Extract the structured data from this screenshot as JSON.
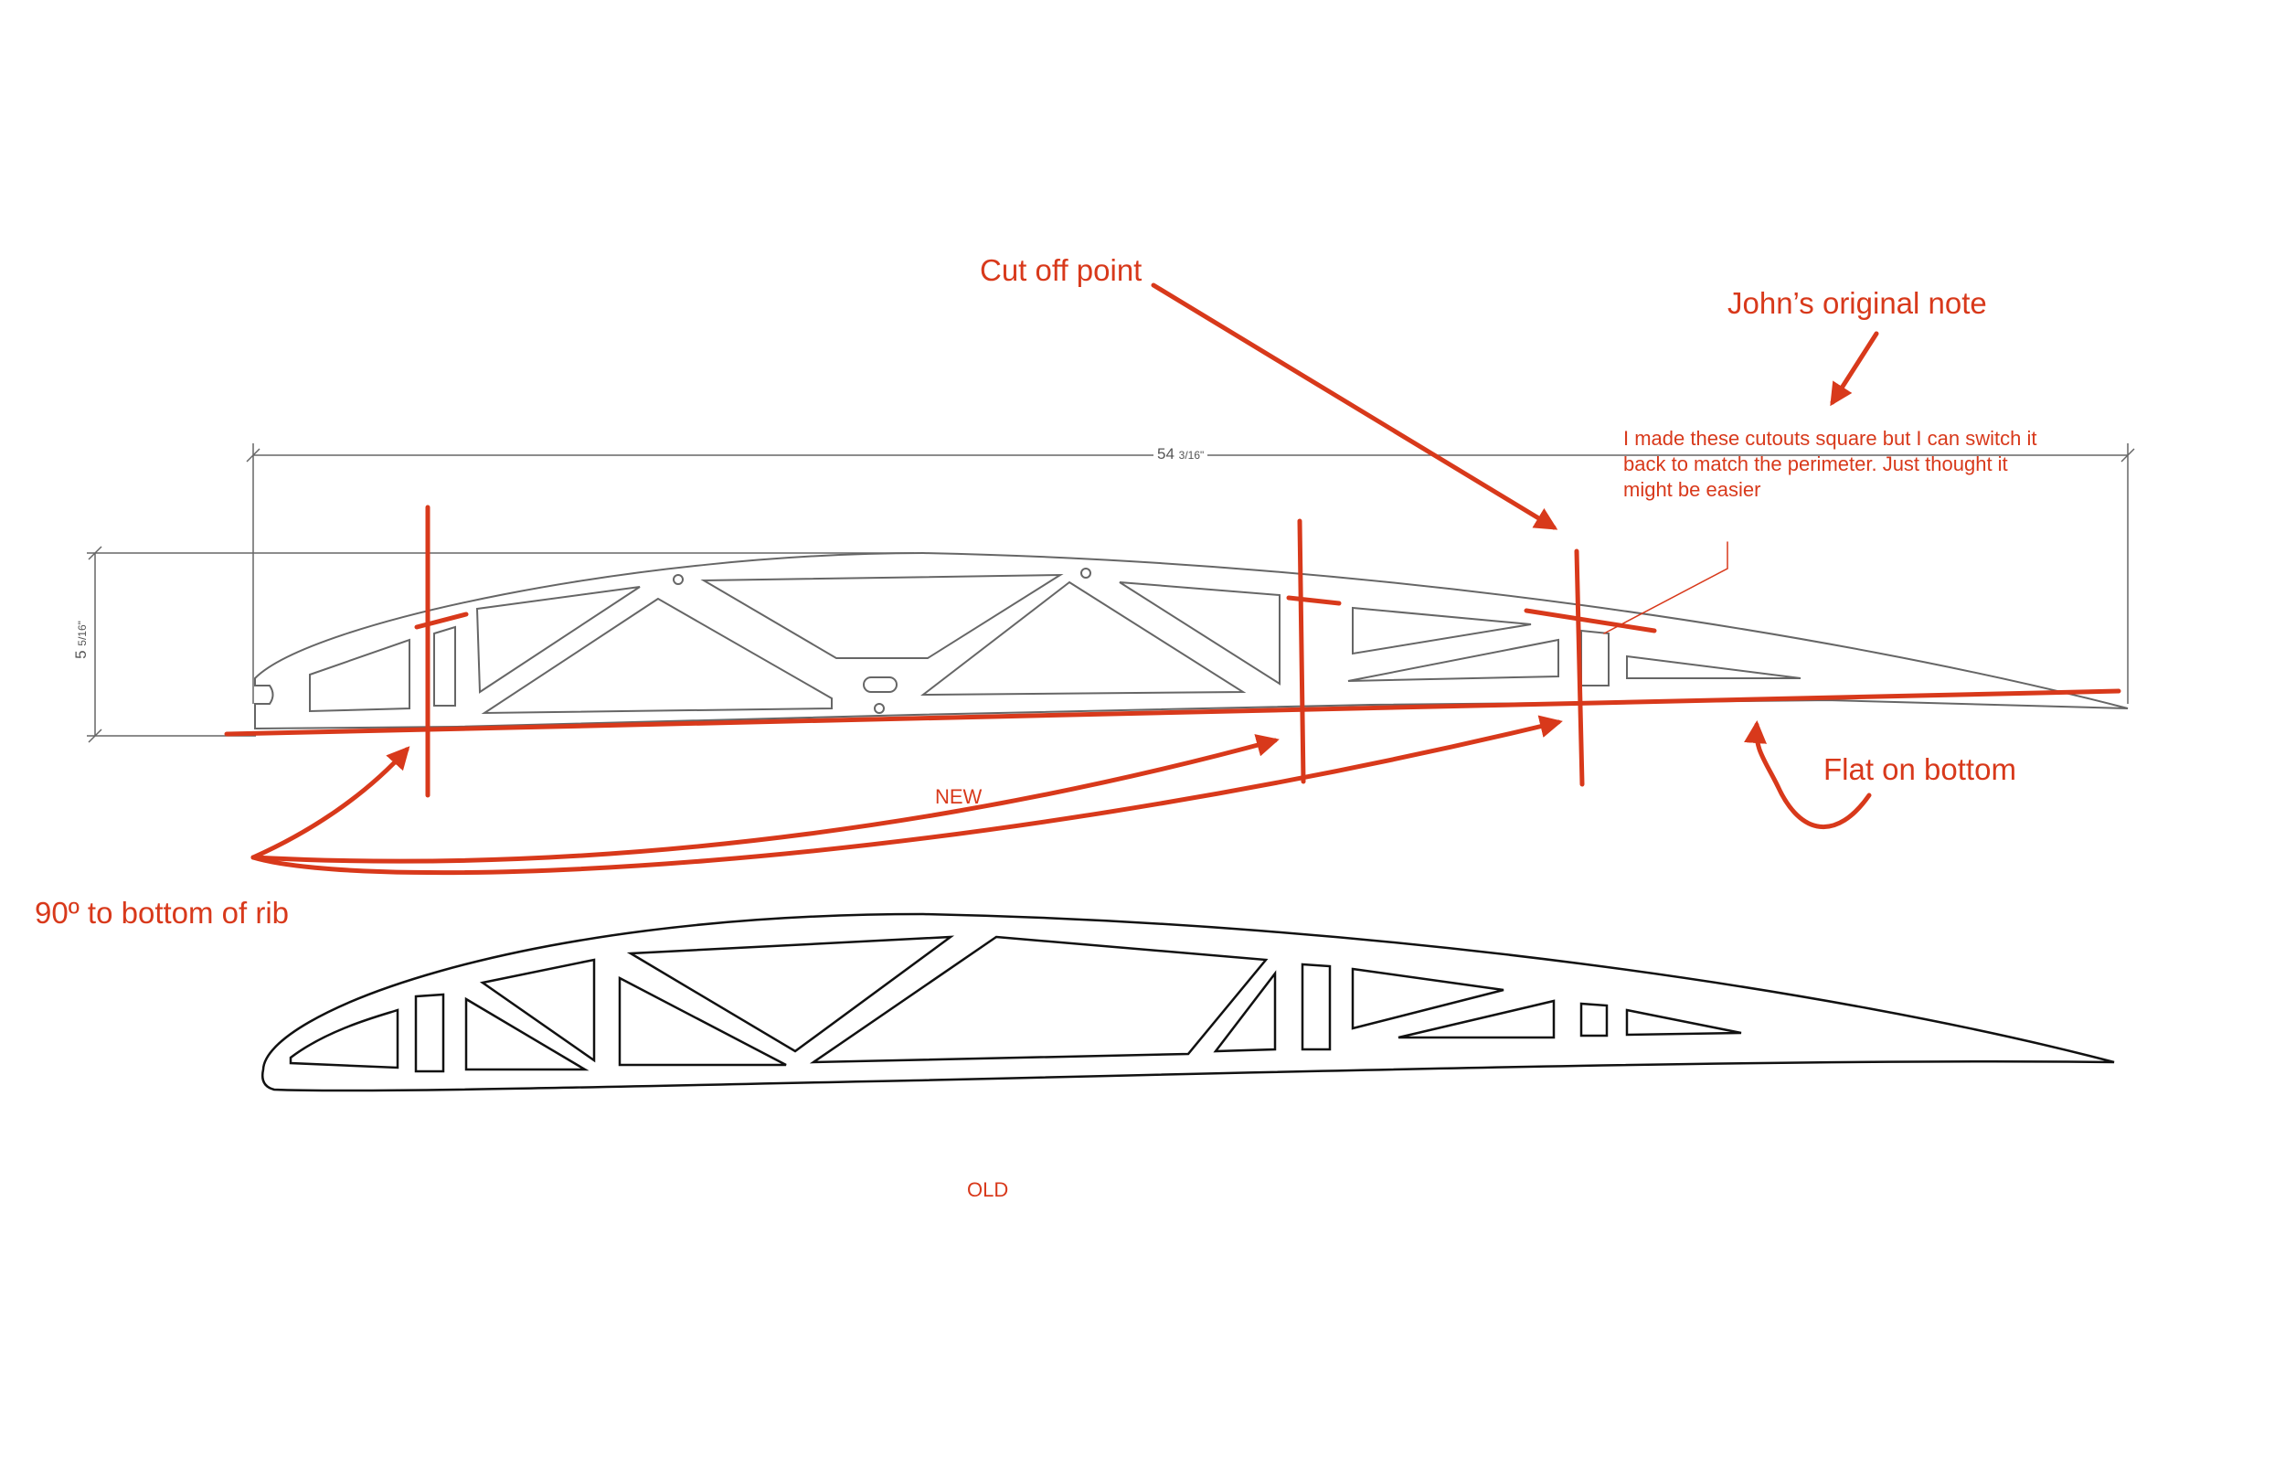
{
  "annotations": {
    "cut_off": "Cut off point",
    "johns_note": "John’s original note",
    "note_body": "I made these cutouts square but I can switch it back to match the perimeter.  Just thought it might be easier",
    "flat_bottom": "Flat on bottom",
    "perpendicular": "90º to bottom of rib",
    "new_label": "NEW",
    "old_label": "OLD"
  },
  "dimensions": {
    "length": "54",
    "length_frac": "3/16\"",
    "height": "5",
    "height_frac": "5/16\""
  },
  "colors": {
    "markup": "#d8391b",
    "outline": "#666666",
    "old_outline": "#111111"
  }
}
